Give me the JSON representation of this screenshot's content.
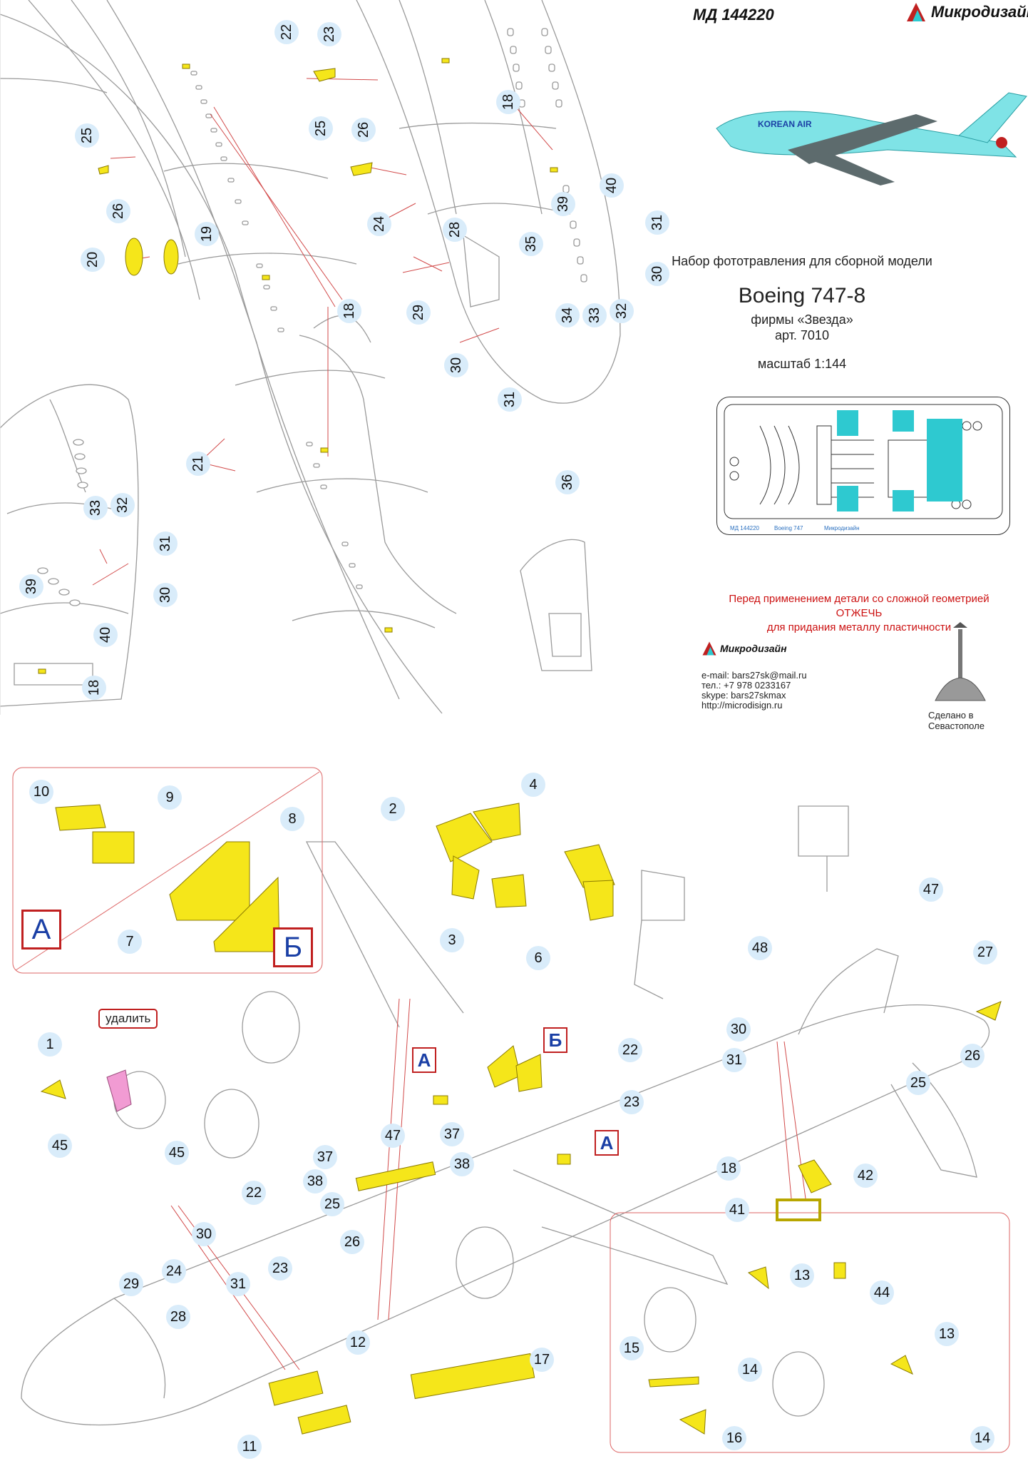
{
  "header": {
    "code": "МД 144220",
    "brand": "Микродизайн"
  },
  "info": {
    "subtitle": "Набор фототравления для сборной модели",
    "model": "Boeing 747-8",
    "maker": "фирмы «Звезда»",
    "article": "арт. 7010",
    "scale": "масштаб 1:144"
  },
  "photo": {
    "livery": "KOREAN AIR"
  },
  "fret": {
    "code": "МД 144220",
    "model": "Boeing 747",
    "brand": "Микродизайн"
  },
  "warning": {
    "line1": "Перед применением детали со сложной геометрией",
    "line2": "ОТЖЕЧЬ",
    "line3": "для придания металлу пластичности"
  },
  "contacts": {
    "brand": "Микродизайн",
    "email": "e-mail: bars27sk@mail.ru",
    "phone": "тел.: +7 978 0233167",
    "skype": "skype: bars27skmax",
    "web": "http://microdisign.ru"
  },
  "made_in": "Сделано в Севастополе",
  "labels": {
    "delete": "удалить",
    "box_a": "А",
    "box_b": "Б"
  },
  "callouts_top": [
    "22",
    "23",
    "18",
    "25",
    "26",
    "24",
    "28",
    "35",
    "39",
    "40",
    "31",
    "30",
    "34",
    "33",
    "32",
    "29",
    "30",
    "31",
    "25",
    "26",
    "20",
    "19",
    "18",
    "21",
    "36",
    "33",
    "32",
    "31",
    "30",
    "39",
    "40",
    "18"
  ],
  "callouts_bottom": [
    "10",
    "9",
    "8",
    "7",
    "2",
    "4",
    "3",
    "6",
    "48",
    "47",
    "1",
    "45",
    "45",
    "27",
    "30",
    "31",
    "26",
    "25",
    "22",
    "23",
    "18",
    "42",
    "41",
    "37",
    "47",
    "38",
    "37",
    "38",
    "25",
    "22",
    "30",
    "24",
    "29",
    "28",
    "23",
    "31",
    "26",
    "12",
    "11",
    "17",
    "13",
    "44",
    "15",
    "14",
    "13",
    "16",
    "14"
  ],
  "colors": {
    "part": "#f5e61a",
    "callout_bg": "#d9ecfa",
    "frame": "#c02020",
    "turquoise": "#2ec9d0",
    "letter": "#1a3fa5"
  }
}
